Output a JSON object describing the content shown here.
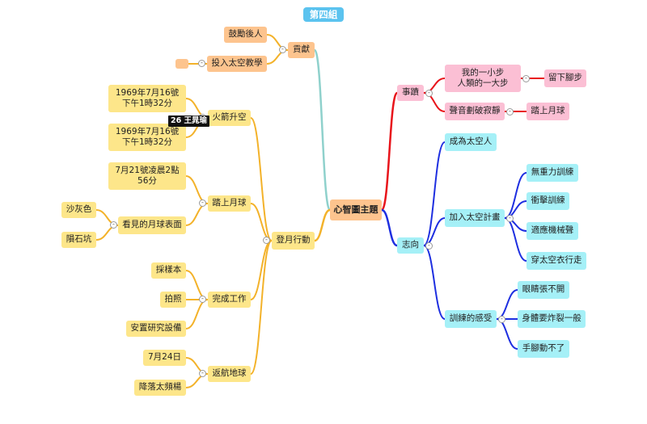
{
  "title": "第四組",
  "center": "心智圖主題",
  "overlay_tag": "26 王晁瑜",
  "colors": {
    "teal": "#8fd1cc",
    "red": "#e8141b",
    "blue": "#1e2fe0",
    "orange": "#f3b22a"
  },
  "nodes": {
    "contribution": "貢獻",
    "encourage": "鼓勵後人",
    "teaching": "投入太空教學",
    "teaching_child": "",
    "moon_action": "登月行動",
    "launch": "火箭升空",
    "launch_t1": "1969年7月16號\n下午1時32分",
    "launch_t2": "1969年7月16號\n下午1時32分",
    "on_moon": "踏上月球",
    "landing_time": "7月21號凌晨2點\n56分",
    "surface": "看見的月球表面",
    "gray": "沙灰色",
    "crater": "隕石坑",
    "work": "完成工作",
    "sample": "採樣本",
    "photo": "拍照",
    "equipment": "安置研究設備",
    "return": "返航地球",
    "return_date": "7月24日",
    "pacific": "降落太頻楊",
    "deeds": "事蹟",
    "small_step": "我的一小步\n人類的一大步",
    "footprint": "留下腳步",
    "sound": "聲音劃破寂靜",
    "moon_step": "踏上月球",
    "ambition": "志向",
    "astronaut": "成為太空人",
    "program": "加入太空計畫",
    "zero_g": "無重力訓練",
    "impact": "衝擊訓練",
    "machine": "適應機械聲",
    "suit": "穿太空衣行走",
    "feeling": "訓練的感受",
    "eyes": "眼睛張不開",
    "body": "身體要炸裂一般",
    "hands": "手腳動不了"
  }
}
